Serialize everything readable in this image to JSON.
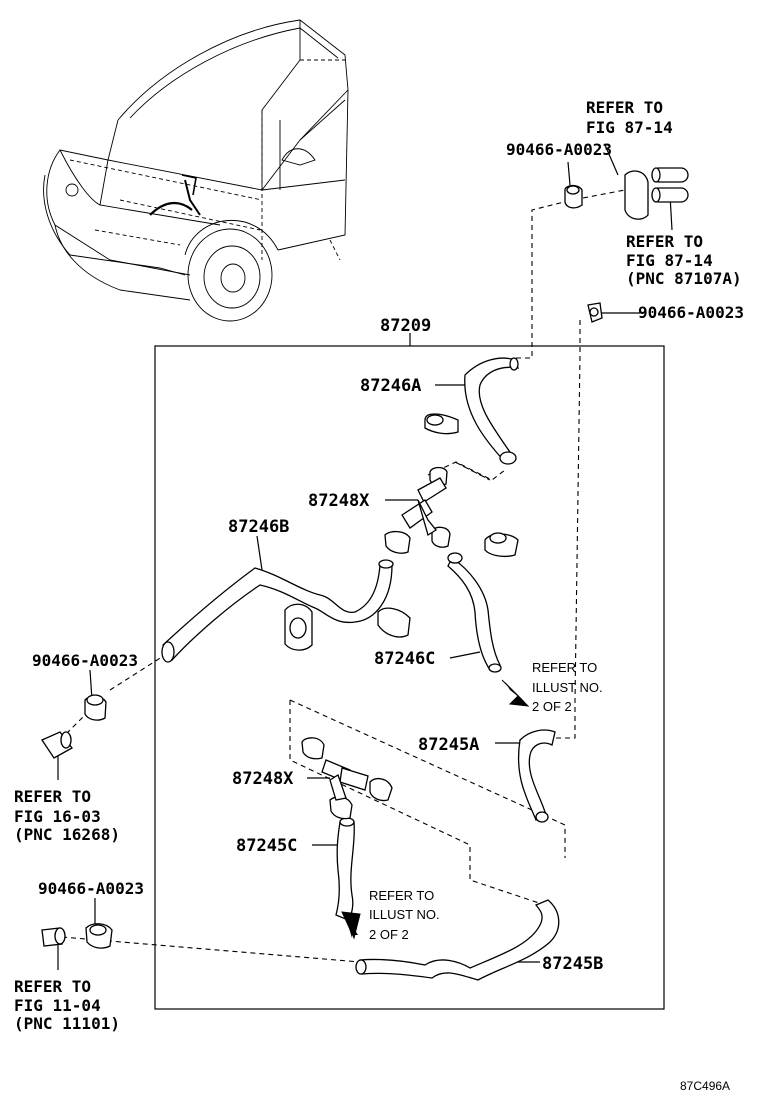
{
  "labels": {
    "box_part": "87209",
    "hose_246a": "87246A",
    "hose_246b": "87246B",
    "hose_246c": "87246C",
    "joint_248x_top": "87248X",
    "joint_248x_bottom": "87248X",
    "hose_245a": "87245A",
    "hose_245b": "87245B",
    "hose_245c": "87245C",
    "clamp_top": "90466-A0023",
    "clamp_right": "90466-A0023",
    "clamp_left": "90466-A0023",
    "clamp_bottom_left": "90466-A0023"
  },
  "refs": {
    "top_refer_1": "REFER TO",
    "top_refer_2": "FIG 87-14",
    "right_refer_1": "REFER TO",
    "right_refer_2": "FIG 87-14",
    "right_refer_3": "(PNC 87107A)",
    "left_refer_1": "REFER TO",
    "left_refer_2": "FIG 16-03",
    "left_refer_3": "(PNC 16268)",
    "bottom_refer_1": "REFER TO",
    "bottom_refer_2": "FIG 11-04",
    "bottom_refer_3": "(PNC 11101)",
    "illust_upper_1": "REFER TO",
    "illust_upper_2": "ILLUST NO.",
    "illust_upper_3": "2 OF 2",
    "illust_lower_1": "REFER TO",
    "illust_lower_2": "ILLUST NO.",
    "illust_lower_3": "2 OF 2"
  },
  "figure_code": "87C496A",
  "icons": [
    "car-illustration",
    "hose",
    "clamp",
    "joint",
    "arrow"
  ]
}
